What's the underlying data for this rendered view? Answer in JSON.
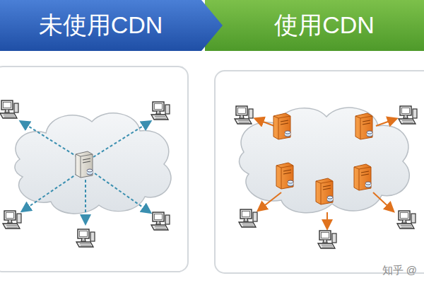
{
  "diagram": {
    "nodes": [
      {
        "text": [
          "未使用CDN"
        ]
      },
      {
        "text": [
          "使用CDN"
        ]
      }
    ],
    "labels": [
      "知乎 @"
    ]
  }
}
